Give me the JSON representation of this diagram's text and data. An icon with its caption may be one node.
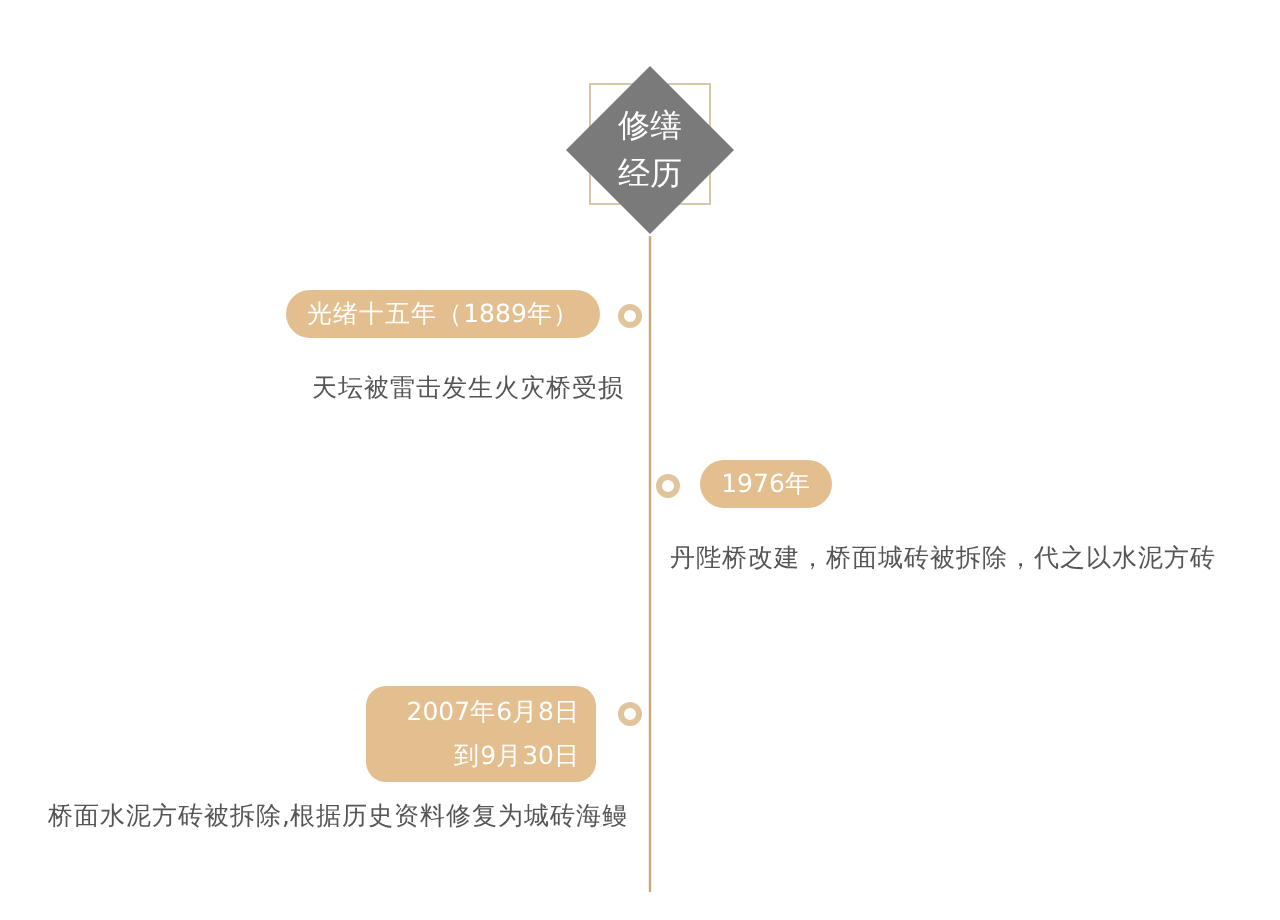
{
  "diagram": {
    "nodes": [
      {
        "text": [
          "修缮经历"
        ]
      },
      {
        "text": [
          "光绪十五年（1889年）"
        ],
        "beside": [
          "天坛被雷击发生火灾桥受损"
        ]
      },
      {
        "text": [
          "1976年"
        ],
        "beside": [
          "丹陛桥改建，桥面城砖被拆除，代之以水泥方砖"
        ]
      },
      {
        "text": [
          "2007年6月8日到9月30日"
        ],
        "beside": [
          "桥面水泥方砖被拆除,根据历史资料修复为城砖海鳗"
        ]
      }
    ]
  }
}
